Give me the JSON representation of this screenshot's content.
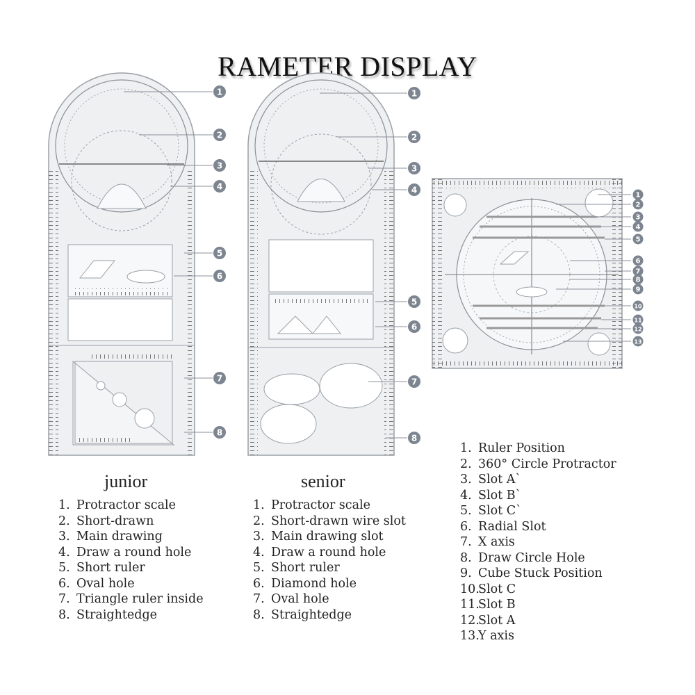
{
  "title": "RAMETER DISPLAY",
  "junior": {
    "caption": "junior",
    "items": [
      {
        "n": "1.",
        "t": "Protractor scale"
      },
      {
        "n": "2.",
        "t": "Short-drawn"
      },
      {
        "n": "3.",
        "t": "Main drawing"
      },
      {
        "n": "4.",
        "t": "Draw a round hole"
      },
      {
        "n": "5.",
        "t": "Short ruler"
      },
      {
        "n": "6.",
        "t": "Oval hole"
      },
      {
        "n": "7.",
        "t": "Triangle ruler inside"
      },
      {
        "n": "8.",
        "t": "Straightedge"
      }
    ],
    "markers": [
      "1",
      "2",
      "3",
      "4",
      "5",
      "6",
      "7",
      "8"
    ]
  },
  "senior": {
    "caption": "senior",
    "items": [
      {
        "n": "1.",
        "t": "Protractor scale"
      },
      {
        "n": "2.",
        "t": "Short-drawn wire slot"
      },
      {
        "n": "3.",
        "t": "Main drawing slot"
      },
      {
        "n": "4.",
        "t": "Draw a round hole"
      },
      {
        "n": "5.",
        "t": "Short ruler"
      },
      {
        "n": "6.",
        "t": "Diamond hole"
      },
      {
        "n": "7.",
        "t": "Oval hole"
      },
      {
        "n": "8.",
        "t": "Straightedge"
      }
    ],
    "markers": [
      "1",
      "2",
      "3",
      "4",
      "5",
      "6",
      "7",
      "8"
    ]
  },
  "square": {
    "items": [
      {
        "n": "1.",
        "t": "Ruler Position"
      },
      {
        "n": "2.",
        "t": "360° Circle Protractor"
      },
      {
        "n": "3.",
        "t": "Slot A`"
      },
      {
        "n": "4.",
        "t": "Slot B`"
      },
      {
        "n": "5.",
        "t": "Slot C`"
      },
      {
        "n": "6.",
        "t": "Radial Slot"
      },
      {
        "n": "7.",
        "t": "X axis"
      },
      {
        "n": "8.",
        "t": "Draw Circle Hole"
      },
      {
        "n": "9.",
        "t": "Cube Stuck Position"
      },
      {
        "n": "10.",
        "t": "Slot C"
      },
      {
        "n": "11.",
        "t": "Slot B"
      },
      {
        "n": "12.",
        "t": "Slot A"
      },
      {
        "n": "13.",
        "t": "Y axis"
      }
    ],
    "markers": [
      "1",
      "2",
      "3",
      "4",
      "5",
      "6",
      "7",
      "8",
      "9",
      "10",
      "11",
      "12",
      "13"
    ]
  }
}
